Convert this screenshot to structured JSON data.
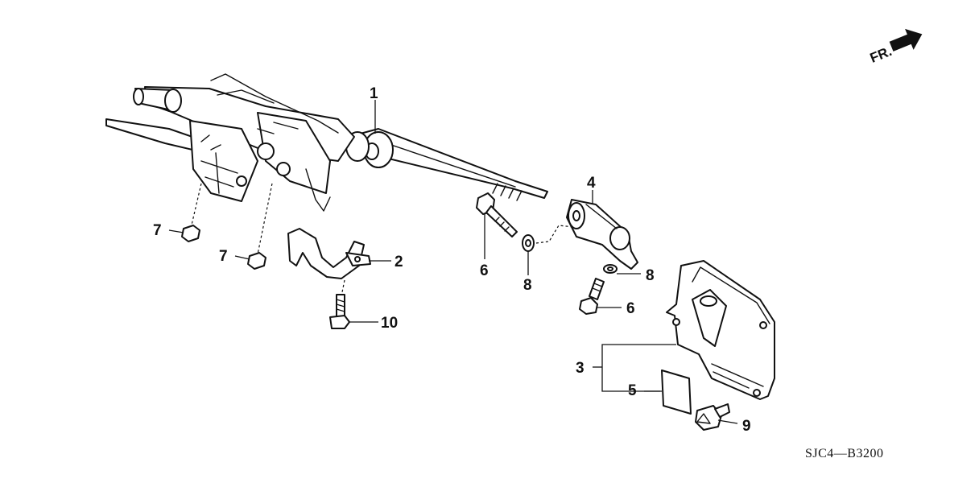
{
  "diagram": {
    "fr_label": "FR.",
    "part_code": "SJC4—B3200",
    "callouts": {
      "c1": "1",
      "c2": "2",
      "c3": "3",
      "c4": "4",
      "c5": "5",
      "c6a": "6",
      "c6b": "6",
      "c7a": "7",
      "c7b": "7",
      "c8a": "8",
      "c8b": "8",
      "c9": "9",
      "c10": "10"
    }
  }
}
